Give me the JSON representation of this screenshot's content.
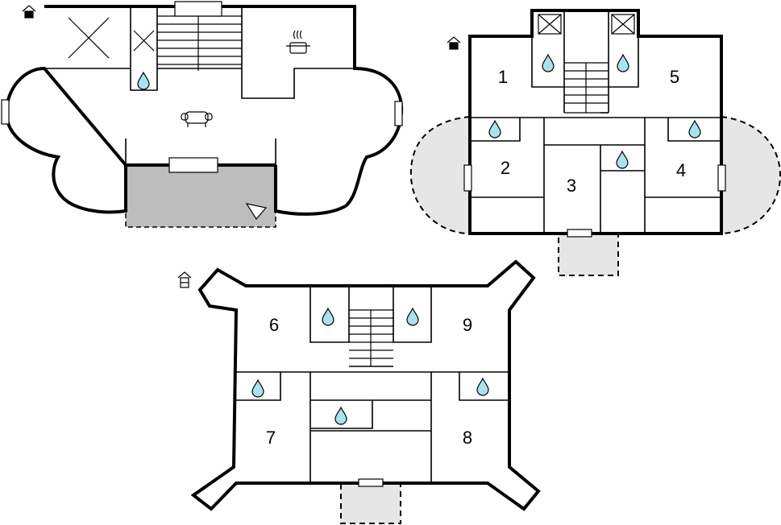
{
  "plans": [
    {
      "name": "ground-floor",
      "rooms": []
    },
    {
      "name": "first-floor",
      "rooms": [
        "1",
        "2",
        "3",
        "4",
        "5"
      ]
    },
    {
      "name": "second-floor",
      "rooms": [
        "6",
        "7",
        "8",
        "9"
      ]
    }
  ],
  "colors": {
    "water": "#a8e2ee",
    "terrace": "#bdbdbd",
    "outdoor": "#e6e6e6",
    "wall": "#000000"
  },
  "icons": [
    "floor-marker-icon",
    "bedroom-marker-icon",
    "bathroom-drop-icon",
    "kitchen-pot-icon",
    "living-sofa-icon",
    "stairs-icon",
    "void-cross-icon",
    "view-direction-icon"
  ]
}
